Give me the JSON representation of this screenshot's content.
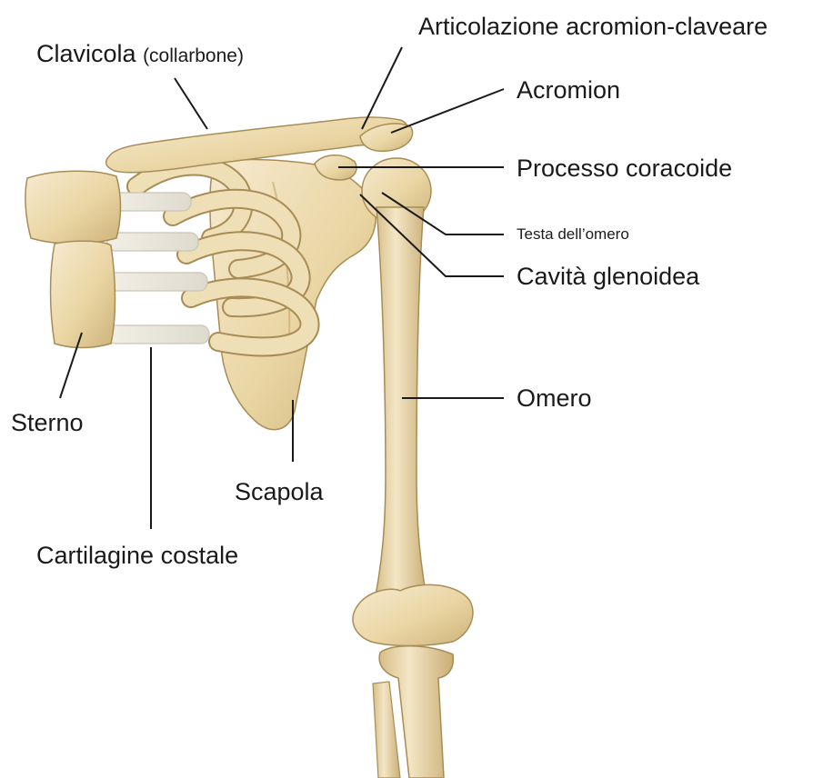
{
  "labels": {
    "clavicola": "Clavicola",
    "collarbone": "(collarbone)",
    "articolazione": "Articolazione acromion-claveare",
    "acromion": "Acromion",
    "processo": "Processo coracoide",
    "testa": "Testa dell’omero",
    "cavita": "Cavità glenoidea",
    "omero": "Omero",
    "sterno": "Sterno",
    "scapola": "Scapola",
    "cartilagine": "Cartilagine costale"
  },
  "colors": {
    "bone": "#eedcae",
    "bone_shadow": "#c8ad76",
    "bone_outline": "#a88c55",
    "cartilage": "#ece9df",
    "leader_line": "#1a1a1a",
    "text": "#1a1a1a"
  }
}
